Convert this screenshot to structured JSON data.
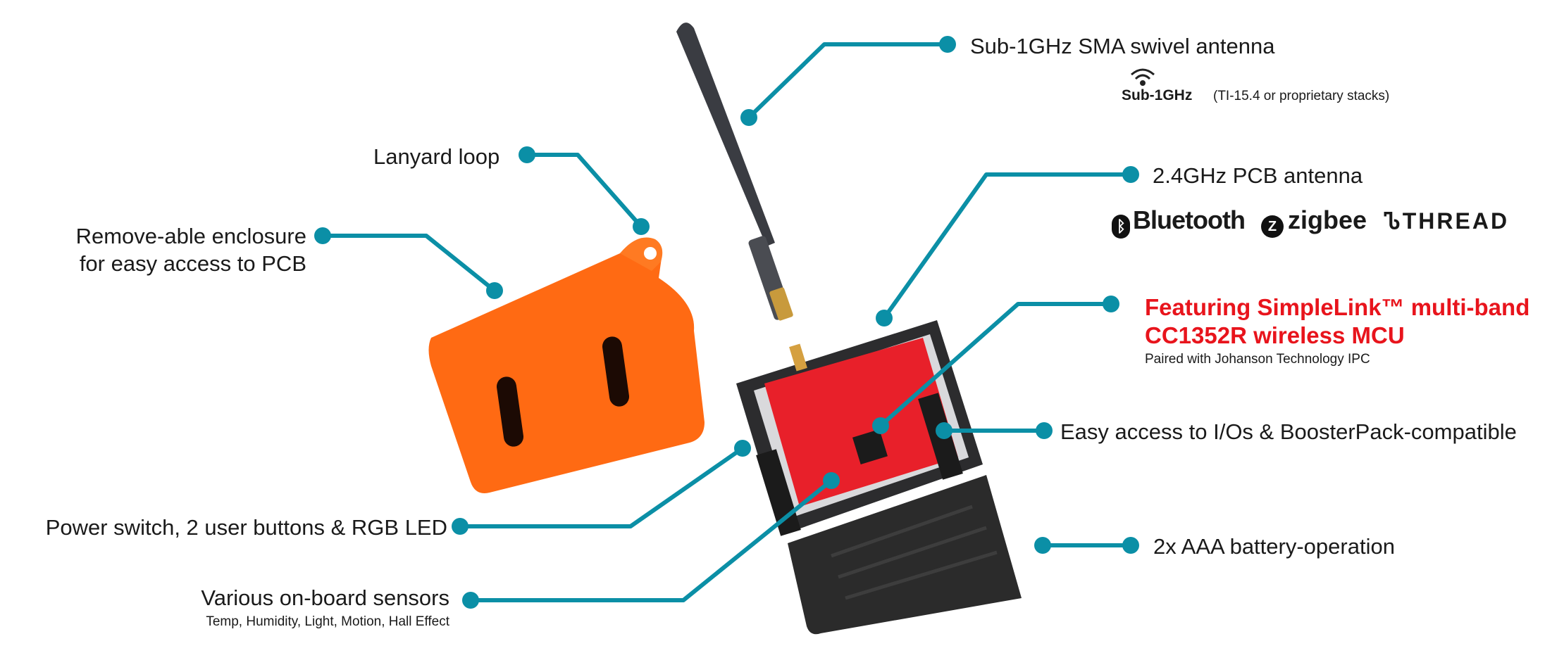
{
  "callouts": {
    "sub1ghz_antenna": "Sub-1GHz SMA swivel antenna",
    "sub1ghz_logo": "Sub-1GHz",
    "sub1ghz_note": "(TI-15.4 or proprietary stacks)",
    "pcb_antenna": "2.4GHz PCB antenna",
    "lanyard": "Lanyard loop",
    "enclosure_line1": "Remove-able enclosure",
    "enclosure_line2": "for easy access to PCB",
    "featuring_line1": "Featuring SimpleLink™ multi-band",
    "featuring_line2": "CC1352R wireless MCU",
    "featuring_line3": "Paired with Johanson Technology IPC",
    "ios": "Easy access to I/Os & BoosterPack-compatible",
    "power": "Power switch, 2 user buttons & RGB LED",
    "battery": "2x AAA battery-operation",
    "sensors": "Various on-board sensors",
    "sensors_list": "Temp, Humidity, Light, Motion, Hall Effect"
  },
  "logos": {
    "bluetooth": "Bluetooth",
    "zigbee": "zigbee",
    "thread": "THREAD"
  },
  "colors": {
    "callout_line": "#0b8fa6",
    "highlight_text": "#e8141c",
    "enclosure": "#ff6a13",
    "pcb": "#e8202a",
    "battery_case": "#2b2b2b",
    "antenna": "#3a3c42"
  }
}
